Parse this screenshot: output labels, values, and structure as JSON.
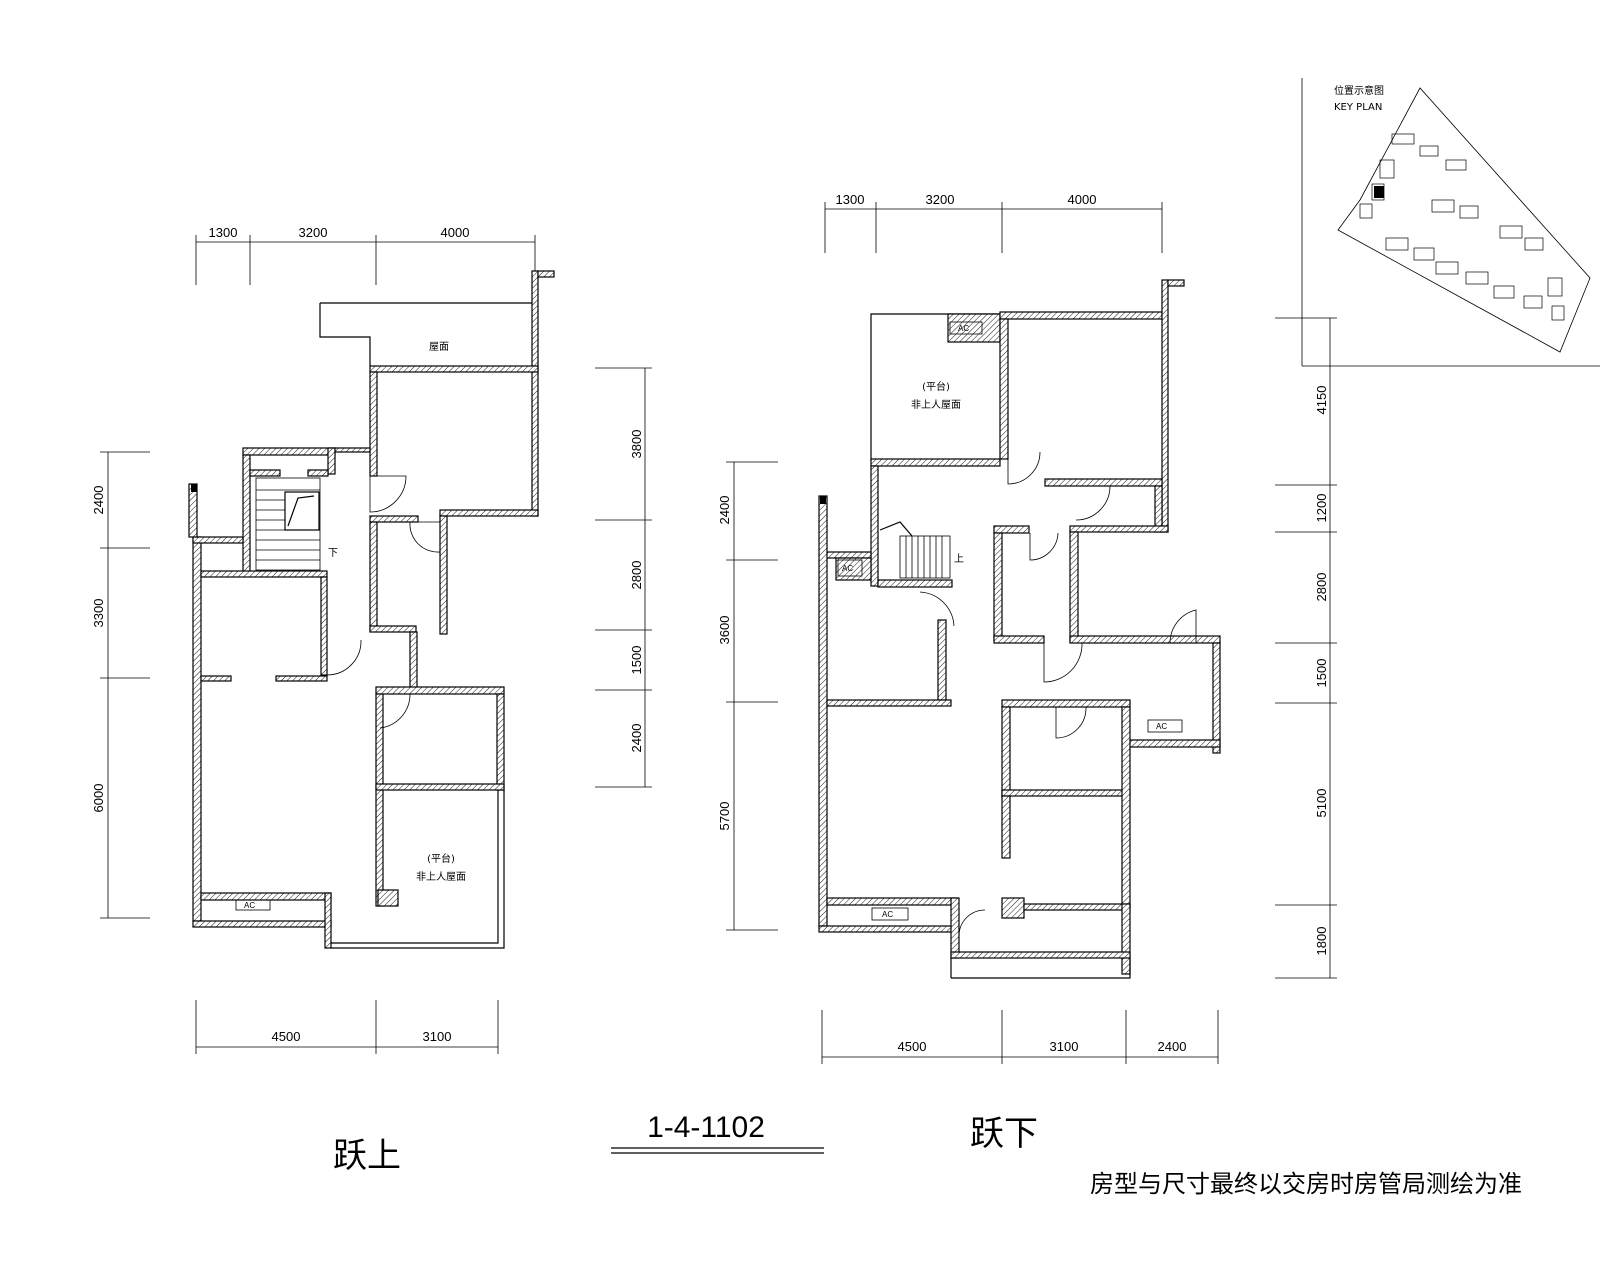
{
  "title": {
    "code": "1-4-1102"
  },
  "plans": {
    "upper": {
      "name": "跃上",
      "dims_top": [
        "1300",
        "3200",
        "4000"
      ],
      "dims_left": [
        "2400",
        "3300",
        "6000"
      ],
      "dims_right": [
        "3800",
        "2800",
        "1500",
        "2400"
      ],
      "dims_bottom": [
        "4500",
        "3100"
      ],
      "labels": {
        "roof": "屋面",
        "platform": "(平台)",
        "platform_note": "非上人屋面",
        "stair_down": "下",
        "ac": "AC"
      }
    },
    "lower": {
      "name": "跃下",
      "dims_top": [
        "1300",
        "3200",
        "4000"
      ],
      "dims_left": [
        "2400",
        "3600",
        "5700"
      ],
      "dims_right": [
        "4150",
        "1200",
        "2800",
        "1500",
        "5100",
        "1800"
      ],
      "dims_bottom": [
        "4500",
        "3100",
        "2400"
      ],
      "labels": {
        "platform": "(平台)",
        "platform_note": "非上人屋面",
        "stair_up": "上",
        "ac": "AC"
      }
    }
  },
  "key_plan": {
    "title_cn": "位置示意图",
    "title_en": "KEY PLAN"
  },
  "note": "房型与尺寸最终以交房时房管局测绘为准"
}
